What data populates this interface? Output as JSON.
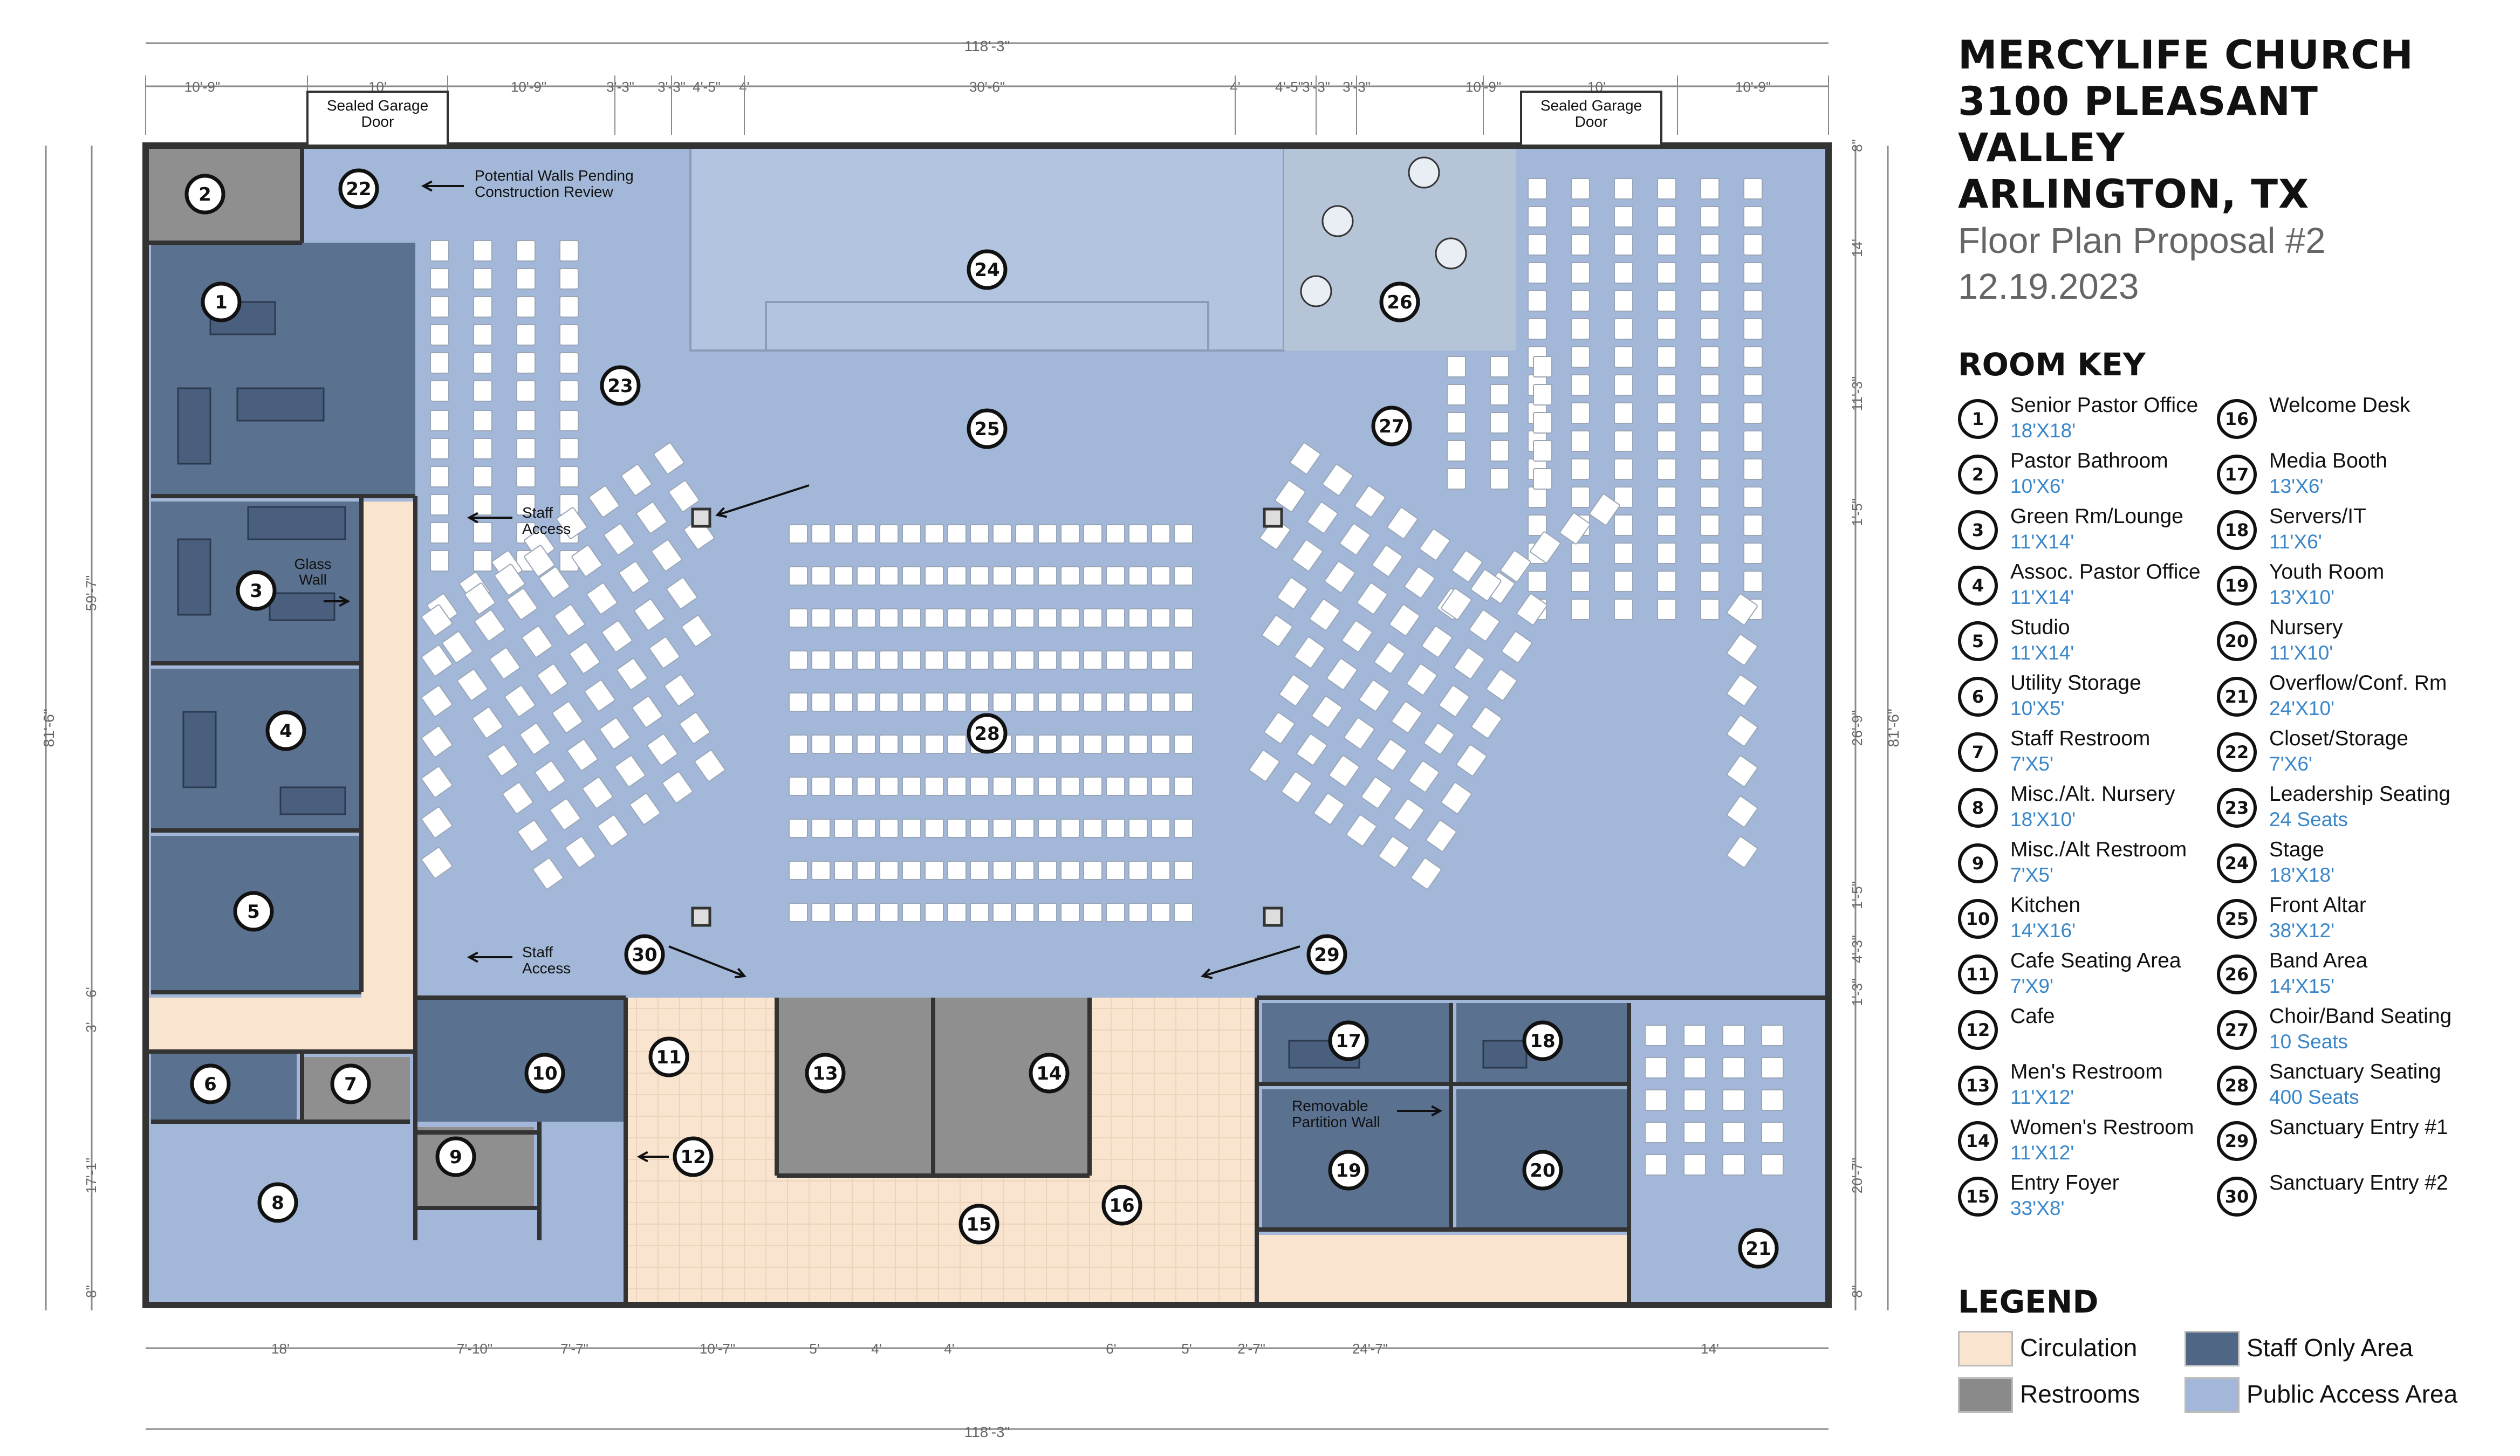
{
  "title": {
    "line1": "MERCYLIFE CHURCH",
    "line2": "3100 PLEASANT VALLEY",
    "line3": "ARLINGTON, TX",
    "subtitle": "Floor Plan Proposal #2",
    "date": "12.19.2023"
  },
  "room_key_heading": "ROOM KEY",
  "rooms": [
    {
      "num": "1",
      "name": "Senior Pastor Office",
      "dim": "18'X18'"
    },
    {
      "num": "2",
      "name": "Pastor Bathroom",
      "dim": "10'X6'"
    },
    {
      "num": "3",
      "name": "Green Rm/Lounge",
      "dim": "11'X14'"
    },
    {
      "num": "4",
      "name": "Assoc. Pastor Office",
      "dim": "11'X14'"
    },
    {
      "num": "5",
      "name": "Studio",
      "dim": "11'X14'"
    },
    {
      "num": "6",
      "name": "Utility Storage",
      "dim": "10'X5'"
    },
    {
      "num": "7",
      "name": "Staff Restroom",
      "dim": "7'X5'"
    },
    {
      "num": "8",
      "name": "Misc./Alt. Nursery",
      "dim": "18'X10'"
    },
    {
      "num": "9",
      "name": "Misc./Alt Restroom",
      "dim": "7'X5'"
    },
    {
      "num": "10",
      "name": "Kitchen",
      "dim": "14'X16'"
    },
    {
      "num": "11",
      "name": "Cafe Seating Area",
      "dim": "7'X9'"
    },
    {
      "num": "12",
      "name": "Cafe",
      "dim": ""
    },
    {
      "num": "13",
      "name": "Men's Restroom",
      "dim": "11'X12'"
    },
    {
      "num": "14",
      "name": "Women's Restroom",
      "dim": "11'X12'"
    },
    {
      "num": "15",
      "name": "Entry Foyer",
      "dim": "33'X8'"
    },
    {
      "num": "16",
      "name": "Welcome Desk",
      "dim": ""
    },
    {
      "num": "17",
      "name": "Media Booth",
      "dim": "13'X6'"
    },
    {
      "num": "18",
      "name": "Servers/IT",
      "dim": "11'X6'"
    },
    {
      "num": "19",
      "name": "Youth Room",
      "dim": "13'X10'"
    },
    {
      "num": "20",
      "name": "Nursery",
      "dim": "11'X10'"
    },
    {
      "num": "21",
      "name": "Overflow/Conf. Rm",
      "dim": "24'X10'"
    },
    {
      "num": "22",
      "name": "Closet/Storage",
      "dim": "7'X6'"
    },
    {
      "num": "23",
      "name": "Leadership Seating",
      "dim": "24 Seats"
    },
    {
      "num": "24",
      "name": "Stage",
      "dim": "18'X18'"
    },
    {
      "num": "25",
      "name": "Front Altar",
      "dim": "38'X12'"
    },
    {
      "num": "26",
      "name": "Band Area",
      "dim": "14'X15'"
    },
    {
      "num": "27",
      "name": "Choir/Band Seating",
      "dim": "10 Seats"
    },
    {
      "num": "28",
      "name": "Sanctuary Seating",
      "dim": "400 Seats"
    },
    {
      "num": "29",
      "name": "Sanctuary Entry #1",
      "dim": ""
    },
    {
      "num": "30",
      "name": "Sanctuary Entry #2",
      "dim": ""
    }
  ],
  "legend_heading": "LEGEND",
  "legend": [
    {
      "label": "Circulation",
      "color": "#f8e4cf"
    },
    {
      "label": "Staff Only Area",
      "color": "#4f6684"
    },
    {
      "label": "Restrooms",
      "color": "#8a8a8a"
    },
    {
      "label": "Public Access Area",
      "color": "#a3b8d8"
    }
  ],
  "colors": {
    "public": "#a3b8d8",
    "staff": "#5b7190",
    "restroom": "#8f8f8f",
    "circulation": "#f8e4cf",
    "wall": "#333333",
    "dim_line": "#8a8a8a",
    "key_dim": "#3a86c8"
  },
  "plan_labels": {
    "garage_door_left": [
      "Sealed Garage",
      "Door"
    ],
    "garage_door_right": [
      "Sealed Garage",
      "Door"
    ],
    "potential_walls": [
      "Potential Walls Pending",
      "Construction Review"
    ],
    "staff_access_top": [
      "Staff",
      "Access"
    ],
    "staff_access_bottom": [
      "Staff",
      "Access"
    ],
    "glass_wall": [
      "Glass",
      "Wall"
    ],
    "removable_partition": [
      "Removable",
      "Partition Wall"
    ]
  },
  "dimensions": {
    "top_total": "118'-3\"",
    "top_segments": [
      "10'-9\"",
      "10'",
      "10'-9\"",
      "3'-3\"",
      "3'-3\"",
      "4'-5\"",
      "4'",
      "30'-6\"",
      "4'",
      "4'-5\"",
      "3'-3\"",
      "3'-3\"",
      "10'-9\"",
      "10'",
      "10'-9\""
    ],
    "bottom_total": "118'-3\"",
    "bottom_segments": [
      "18'",
      "7'-10\"",
      "7'-7\"",
      "10'-7\"",
      "5'",
      "4'",
      "4'",
      "6'",
      "5'",
      "2'-7\"",
      "24'-7\"",
      "14'"
    ],
    "left_total": "81'-6\"",
    "left_segments": [
      "59'-7\"",
      "6'",
      "3'",
      "17'-1\"",
      "8\""
    ],
    "right_total": "81'-6\"",
    "right_segments": [
      "8\"",
      "14'",
      "11'-3\"",
      "1'-5\"",
      "26'-9\"",
      "1'-5\"",
      "4'-3\"",
      "1'-3\"",
      "20'-7\"",
      "8\""
    ]
  }
}
